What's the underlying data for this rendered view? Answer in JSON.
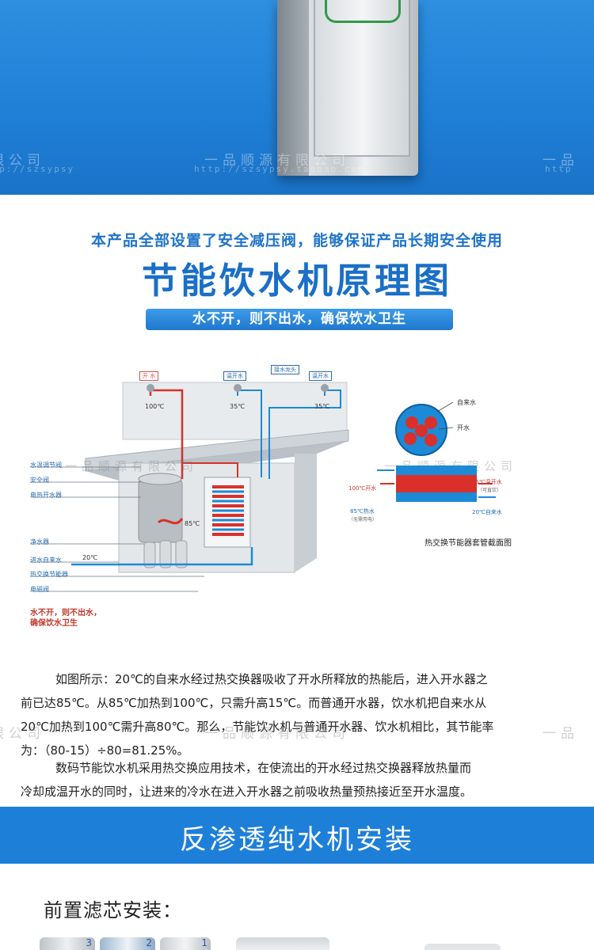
{
  "banner": {
    "watermark_company": "一品顺源有限公司",
    "watermark_company_left": "限公司",
    "watermark_company_right": "一品",
    "watermark_url": "http://szsypsy.taobao.com",
    "watermark_url_left": "ttp://szsypsy",
    "watermark_url_right": "http"
  },
  "notice": "本产品全部设置了安全减压阀，能够保证产品长期安全使用",
  "title": "节能饮水机原理图",
  "pill": "水不开，则不出水，确保饮水卫生",
  "diagram": {
    "tap_boiling": "开 水",
    "tap_warm_1": "温开水",
    "tap_drain": "接水龙头",
    "tap_warm_2": "温开水",
    "temp_100": "100℃",
    "temp_35a": "35℃",
    "temp_35b": "35℃",
    "temp_85": "85℃",
    "temp_20": "20℃",
    "label_valve": "水温调节阀",
    "label_safety": "安全阀",
    "label_boiler": "电热开水器",
    "label_purifier": "净水器",
    "label_tap_water": "进水自来水",
    "label_exchanger": "热交换节能器",
    "label_solenoid": "电磁阀",
    "warning_line1": "水不开，则不出水，",
    "warning_line2": "确保饮水卫生",
    "cross_tap_water": "自来水",
    "cross_boiling": "开水",
    "flow_100": "100℃开水",
    "flow_35": "35℃温开水",
    "flow_35_note": "（可直饮）",
    "flow_85": "85℃热水",
    "flow_85_note": "（无需用电）",
    "flow_20": "20℃自来水",
    "caption": "热交换节能器套管截面图"
  },
  "paragraph1": {
    "line1": "如图所示：20℃的自来水经过热交换器吸收了开水所释放的热能后，进入开水器之",
    "line2": "前已达85℃。从85℃加热到100℃，只需升高15℃。而普通开水器，饮水机把自来水从",
    "line3": "20℃加热到100℃需升高80℃。那么，节能饮水机与普通开水器、饮水机相比，其节能率",
    "line4": "为：（80-15）÷80=81.25%。"
  },
  "paragraph2": {
    "line1": "数码节能饮水机采用热交换应用技术，在使流出的开水经过热交换器释放热量而",
    "line2": "冷却成温开水的同时，让进来的冷水在进入开水器之前吸收热量预热接近至开水温度。"
  },
  "section_title": "反渗透纯水机安装",
  "sub_heading": "前置滤芯安装：",
  "thumb_numbers": [
    "3",
    "2",
    "1"
  ],
  "colors": {
    "brand_blue": "#1d7fd8",
    "title_blue": "#1a6fc7",
    "hot_red": "#d9302c",
    "cold_blue": "#1c8ad6"
  }
}
